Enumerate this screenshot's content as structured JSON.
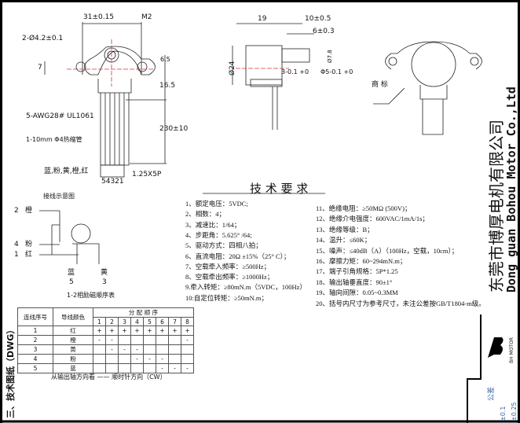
{
  "front_view": {
    "dim_width": "31±0.15",
    "thread": "M2",
    "mount_holes": "2-Ø4.2±0.1",
    "dim_7": "7",
    "dim_6_5": "6.5",
    "dim_16_5": "16.5",
    "dim_230": "230±10",
    "wire_spec": "5-AWG28# UL1061",
    "sleeve": "1-10mm  Φ4热缩管",
    "wire_colors": "蓝,粉,黄,橙,红",
    "connector": "1.25X5P",
    "pin_order": "54321"
  },
  "side_view": {
    "dim_19": "19",
    "dim_10": "10±0.5",
    "dim_6": "6±0.3",
    "dim_dia24": "Ø24",
    "dim_3": "3-0.1 +0",
    "dim_5": "Φ5-0.1 +0",
    "dim_flat": "Ø7.8"
  },
  "label_view": {
    "trademark": "商 标"
  },
  "wiring": {
    "title": "接线示意图",
    "pins": [
      {
        "num": "2",
        "color": "橙"
      },
      {
        "num": "4",
        "color": "粉"
      },
      {
        "num": "1",
        "color": "红"
      },
      {
        "num": "5",
        "color": "蓝"
      },
      {
        "num": "3",
        "color": "黄"
      }
    ]
  },
  "sequence_table": {
    "title": "1-2相励磁顺序表",
    "col_wire_no": "连线序号",
    "col_color": "导线颜色",
    "col_order": "分 配 顺 序",
    "steps": [
      "1",
      "2",
      "3",
      "4",
      "5",
      "6",
      "7",
      "8"
    ],
    "rows": [
      {
        "no": "1",
        "color": "红",
        "cells": [
          "+",
          "+",
          "+",
          "+",
          "+",
          "+",
          "+",
          "+"
        ]
      },
      {
        "no": "2",
        "color": "橙",
        "cells": [
          "-",
          "-",
          "",
          "",
          "",
          "",
          "",
          "-"
        ]
      },
      {
        "no": "3",
        "color": "黄",
        "cells": [
          "",
          "-",
          "-",
          "-",
          "",
          "",
          "",
          ""
        ]
      },
      {
        "no": "4",
        "color": "粉",
        "cells": [
          "",
          "",
          "",
          "-",
          "-",
          "-",
          "",
          ""
        ]
      },
      {
        "no": "5",
        "color": "蓝",
        "cells": [
          "",
          "",
          "",
          "",
          "",
          "-",
          "-",
          "-"
        ]
      }
    ],
    "note": "从输出轴方向看 —— 顺时针方向（CW）"
  },
  "tech_req": {
    "title": "技 术 要 求",
    "items": [
      "1、额定电压：5VDC;",
      "2、相数：4；",
      "3、减速比：1/64；",
      "4、步距角：5.625° /64;",
      "5、驱动方式：四相八拍；",
      "6、直流电阻：20Ω ±15%（25° C）；",
      "7、空载牵入频率：≥500Hz；",
      "8、空载牵出频率：≥1000Hz；",
      "9.牵入转矩：≥80mN.m（5VDC，100Hz）",
      "10:自定位转矩：≥50mN.m；",
      "11、绝缘电阻：≥50MΩ (500V)；",
      "12、绝缘介电强度：600VAC/1mA/1s；",
      "13、绝缘等级：B；",
      "14、温升：≤60K；",
      "15、噪声：≤40dB（A）（100Hz，空载，10cm）；",
      "16、摩擦力矩：60~294mN.m；",
      "17、端子引角规格：5P*1.25",
      "18、输出轴垂直度：90±1°",
      "19、轴向间隙：0.05~0.3MM",
      "20、括号内尺寸为参考尺寸，未注公差按GB/T1804-m级。"
    ]
  },
  "company": {
    "name_cn": "东莞市博厚电机有限公司",
    "name_en": "Dong guan Bohou Motor Co.,Ltd",
    "logo_text": "BH MOTOR"
  },
  "section_title": "三、技术图纸（DWG）",
  "tolerance": {
    "label": "公差",
    "v1": "±0.1",
    "v2": "±0.25"
  }
}
